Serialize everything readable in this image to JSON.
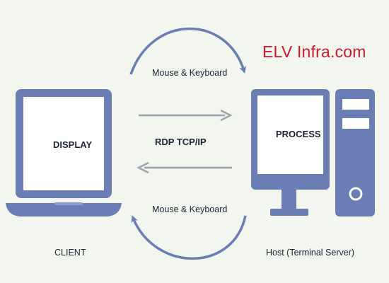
{
  "watermark": "ELV Infra.com",
  "client": {
    "screen_label": "DISPLAY",
    "caption": "CLIENT"
  },
  "host": {
    "screen_label": "PROCESS",
    "caption": "Host (Terminal Server)"
  },
  "connection": {
    "top_arrow_label": "Mouse & Keyboard",
    "middle_label": "RDP TCP/IP",
    "bottom_arrow_label": "Mouse & Keyboard"
  },
  "colors": {
    "device_blue": "#6a7db5",
    "screen_fill": "#ffffff",
    "line_gray": "#9ea3ad",
    "watermark_red": "#d0182a"
  },
  "icons": [
    "laptop-icon",
    "monitor-icon",
    "pc-tower-icon",
    "arrow-right-icon",
    "arrow-left-icon",
    "curved-arrow-icon"
  ]
}
